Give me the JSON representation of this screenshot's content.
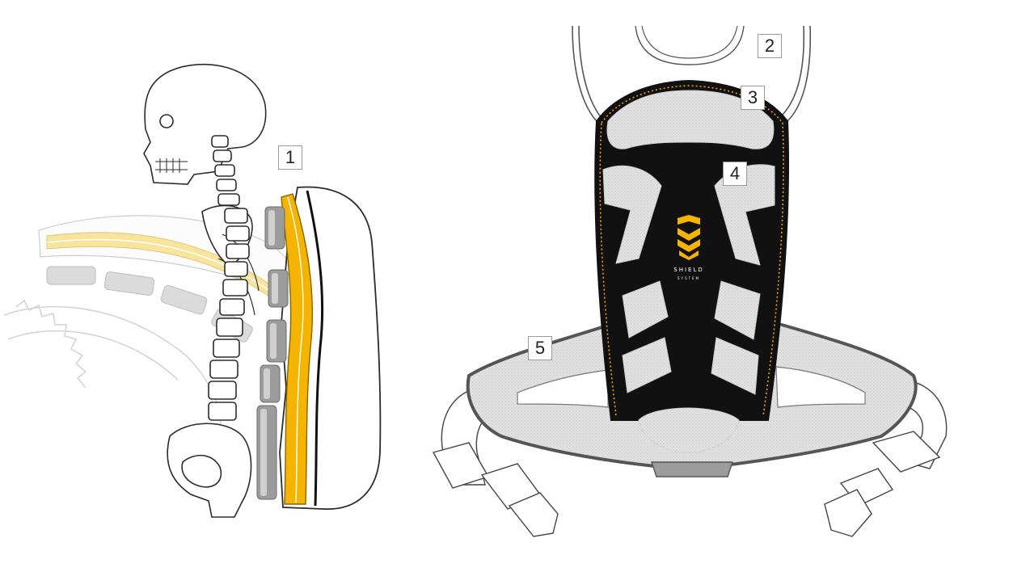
{
  "callouts": {
    "c1": "1",
    "c2": "2",
    "c3": "3",
    "c4": "4",
    "c5": "5"
  },
  "logo": {
    "name": "SHIELD",
    "sub": "SYSTEM"
  },
  "colors": {
    "yellow": "#f5b400",
    "pale_yellow": "#f7dc7a",
    "black": "#111111",
    "mesh_grey": "#d9d9d9",
    "pad_grey": "#9c9c9c",
    "outline": "#333333"
  },
  "icons": [
    "skeleton-icon",
    "spine-icon",
    "shield-logo-icon",
    "buckle-icon"
  ]
}
